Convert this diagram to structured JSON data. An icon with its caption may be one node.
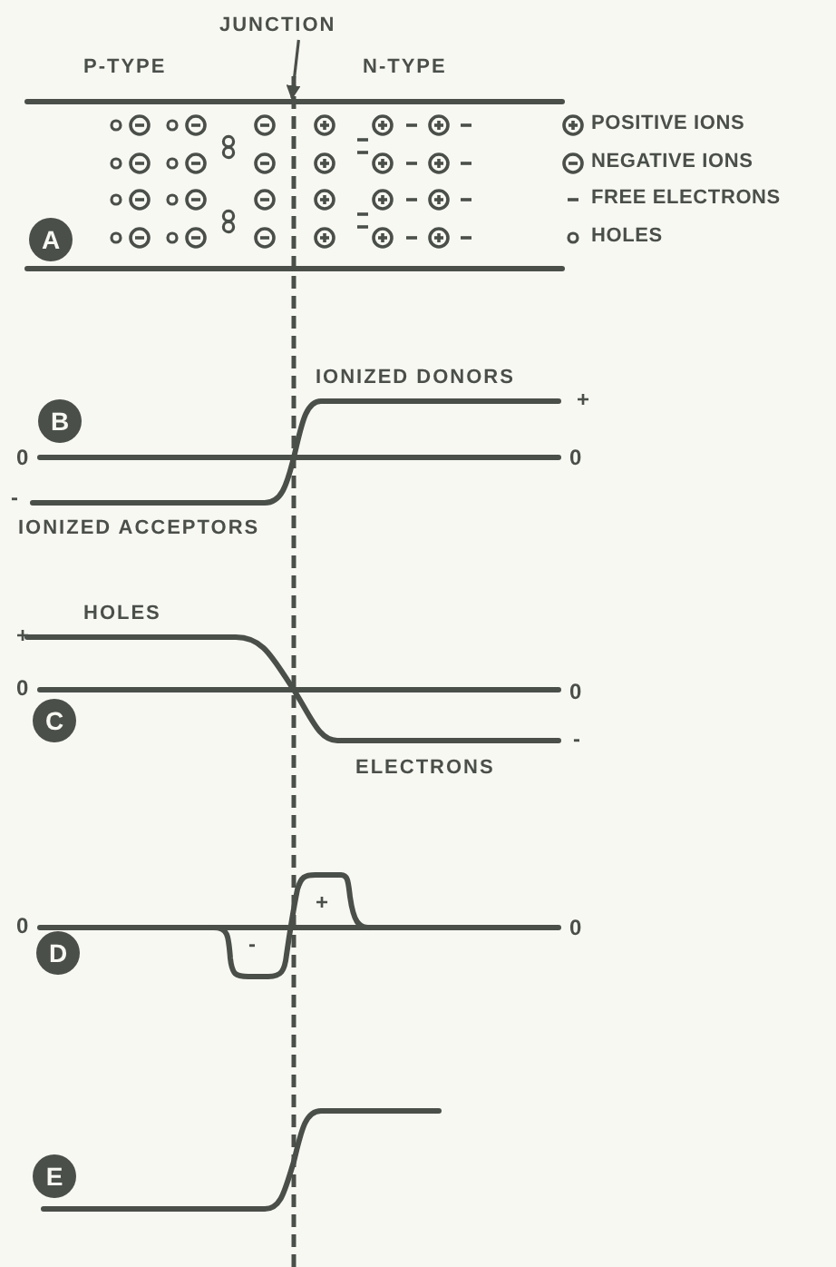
{
  "diagram": {
    "nodes": [
      {
        "text": [
          "JUNCTION"
        ]
      },
      {
        "text": [
          "A"
        ]
      },
      {
        "text": [
          "B"
        ]
      },
      {
        "text": [
          "C"
        ]
      },
      {
        "text": [
          "D"
        ]
      },
      {
        "text": [
          "E"
        ]
      },
      {
        "text": [],
        "shape": "line"
      }
    ],
    "edges": [
      {
        "from": 0,
        "to": 6,
        "arrow": "to"
      }
    ],
    "labels": [
      "P-TYPE",
      "N-TYPE",
      "IONIZED DONORS",
      "+",
      "0",
      "0",
      "-",
      "IONIZED ACCEPTORS",
      "+",
      "HOLES",
      "0",
      "0",
      "-",
      "ELECTRONS",
      "+",
      "0",
      "-",
      "0"
    ],
    "legend": [
      {
        "text": "POSITIVE IONS"
      },
      {
        "text": "NEGATIVE IONS"
      },
      {
        "text": "FREE ELECTRONS"
      },
      {
        "text": "HOLES"
      }
    ]
  }
}
